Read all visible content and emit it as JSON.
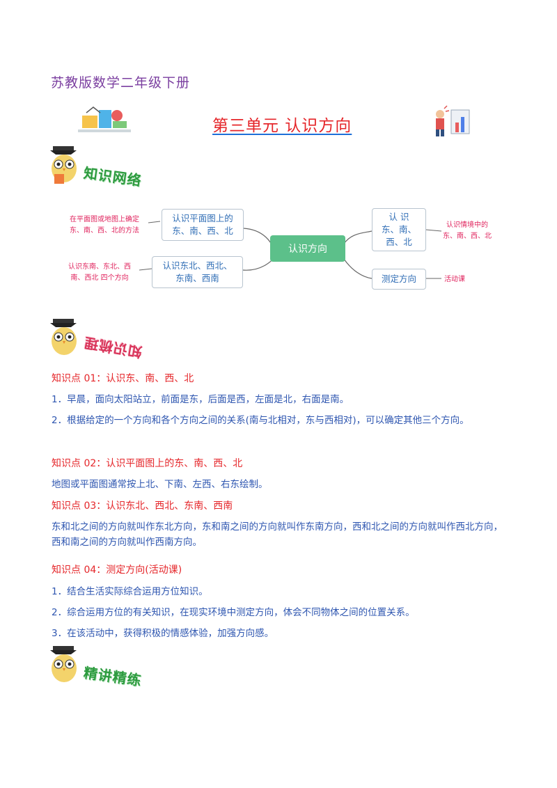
{
  "header": {
    "book_title": "苏教版数学二年级下册",
    "unit_title": "第三单元  认识方向"
  },
  "sections": {
    "network": "知识网络",
    "summary": "知识梳理",
    "practice": "精讲精练"
  },
  "mindmap": {
    "center": "认识方向",
    "left_top": "认识平面图上的\n东、南、西、北",
    "left_bottom": "认识东北、西北、\n东南、西南",
    "right_top": "认 识\n东、南、\n西、北",
    "right_bottom": "测定方向",
    "note_left_top": "在平面图或地图上确定\n东、南、西、北的方法",
    "note_left_bottom": "认识东南、东北、西\n南、西北 四个方向",
    "note_right_top": "认识情境中的\n东、南、西、北",
    "note_right_bottom": "活动课"
  },
  "knowledge": [
    {
      "title": "知识点 01：认识东、南、西、北",
      "lines": [
        "1．早晨，面向太阳站立，前面是东，后面是西，左面是北，右面是南。",
        "2．根据给定的一个方向和各个方向之间的关系(南与北相对，东与西相对)，可以确定其他三个方向。"
      ]
    },
    {
      "title": "知识点 02：认识平面图上的东、南、西、北",
      "lines": [
        "地图或平面图通常按上北、下南、左西、右东绘制。"
      ]
    },
    {
      "title": "知识点 03：认识东北、西北、东南、西南",
      "lines": [
        "东和北之间的方向就叫作东北方向，东和南之间的方向就叫作东南方向，西和北之间的方向就叫作西北方向，西和南之间的方向就叫作西南方向。"
      ]
    },
    {
      "title": "知识点 04：测定方向(活动课)",
      "lines": [
        "1．结合生活实际综合运用方位知识。",
        "2．综合运用方位的有关知识，在现实环境中测定方向，体会不同物体之间的位置关系。",
        "3．在该活动中，获得积极的情感体验，加强方向感。"
      ]
    }
  ]
}
